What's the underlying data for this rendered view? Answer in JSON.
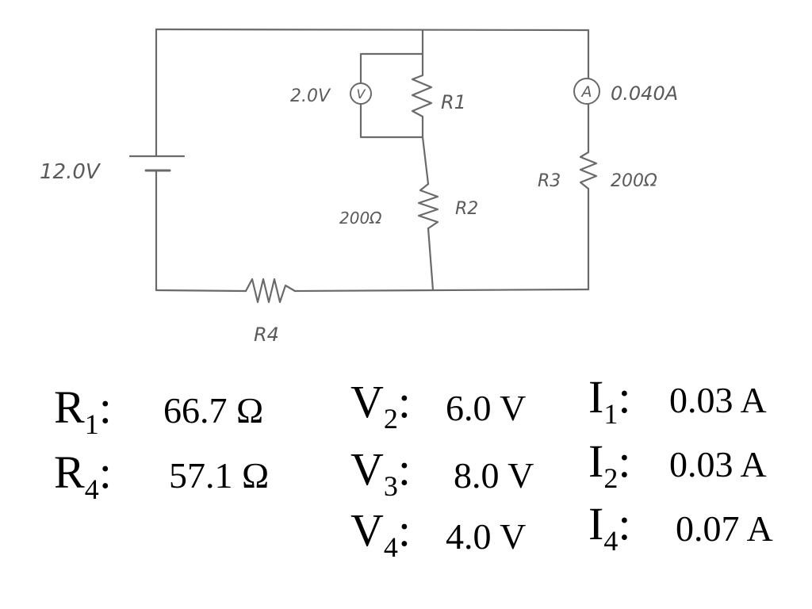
{
  "diagram": {
    "labels": {
      "battery": "12.0V",
      "voltmeter_reading": "2.0V",
      "voltmeter_symbol": "V",
      "ammeter_symbol": "A",
      "ammeter_reading": "0.040A",
      "r1": "R1",
      "r2": "R2",
      "r2_value": "200Ω",
      "r3": "R3",
      "r3_value": "200Ω",
      "r4": "R4"
    }
  },
  "results": {
    "col1": [
      {
        "sym": "R",
        "sub": "1",
        "value": "66.7 Ω"
      },
      {
        "sym": "R",
        "sub": "4",
        "value": "57.1 Ω"
      }
    ],
    "col2": [
      {
        "sym": "V",
        "sub": "2",
        "value": "6.0 V"
      },
      {
        "sym": "V",
        "sub": "3",
        "value": "8.0 V"
      },
      {
        "sym": "V",
        "sub": "4",
        "value": "4.0 V"
      }
    ],
    "col3": [
      {
        "sym": "I",
        "sub": "1",
        "value": "0.03 A"
      },
      {
        "sym": "I",
        "sub": "2",
        "value": "0.03 A"
      },
      {
        "sym": "I",
        "sub": "4",
        "value": "0.07 A"
      }
    ]
  }
}
